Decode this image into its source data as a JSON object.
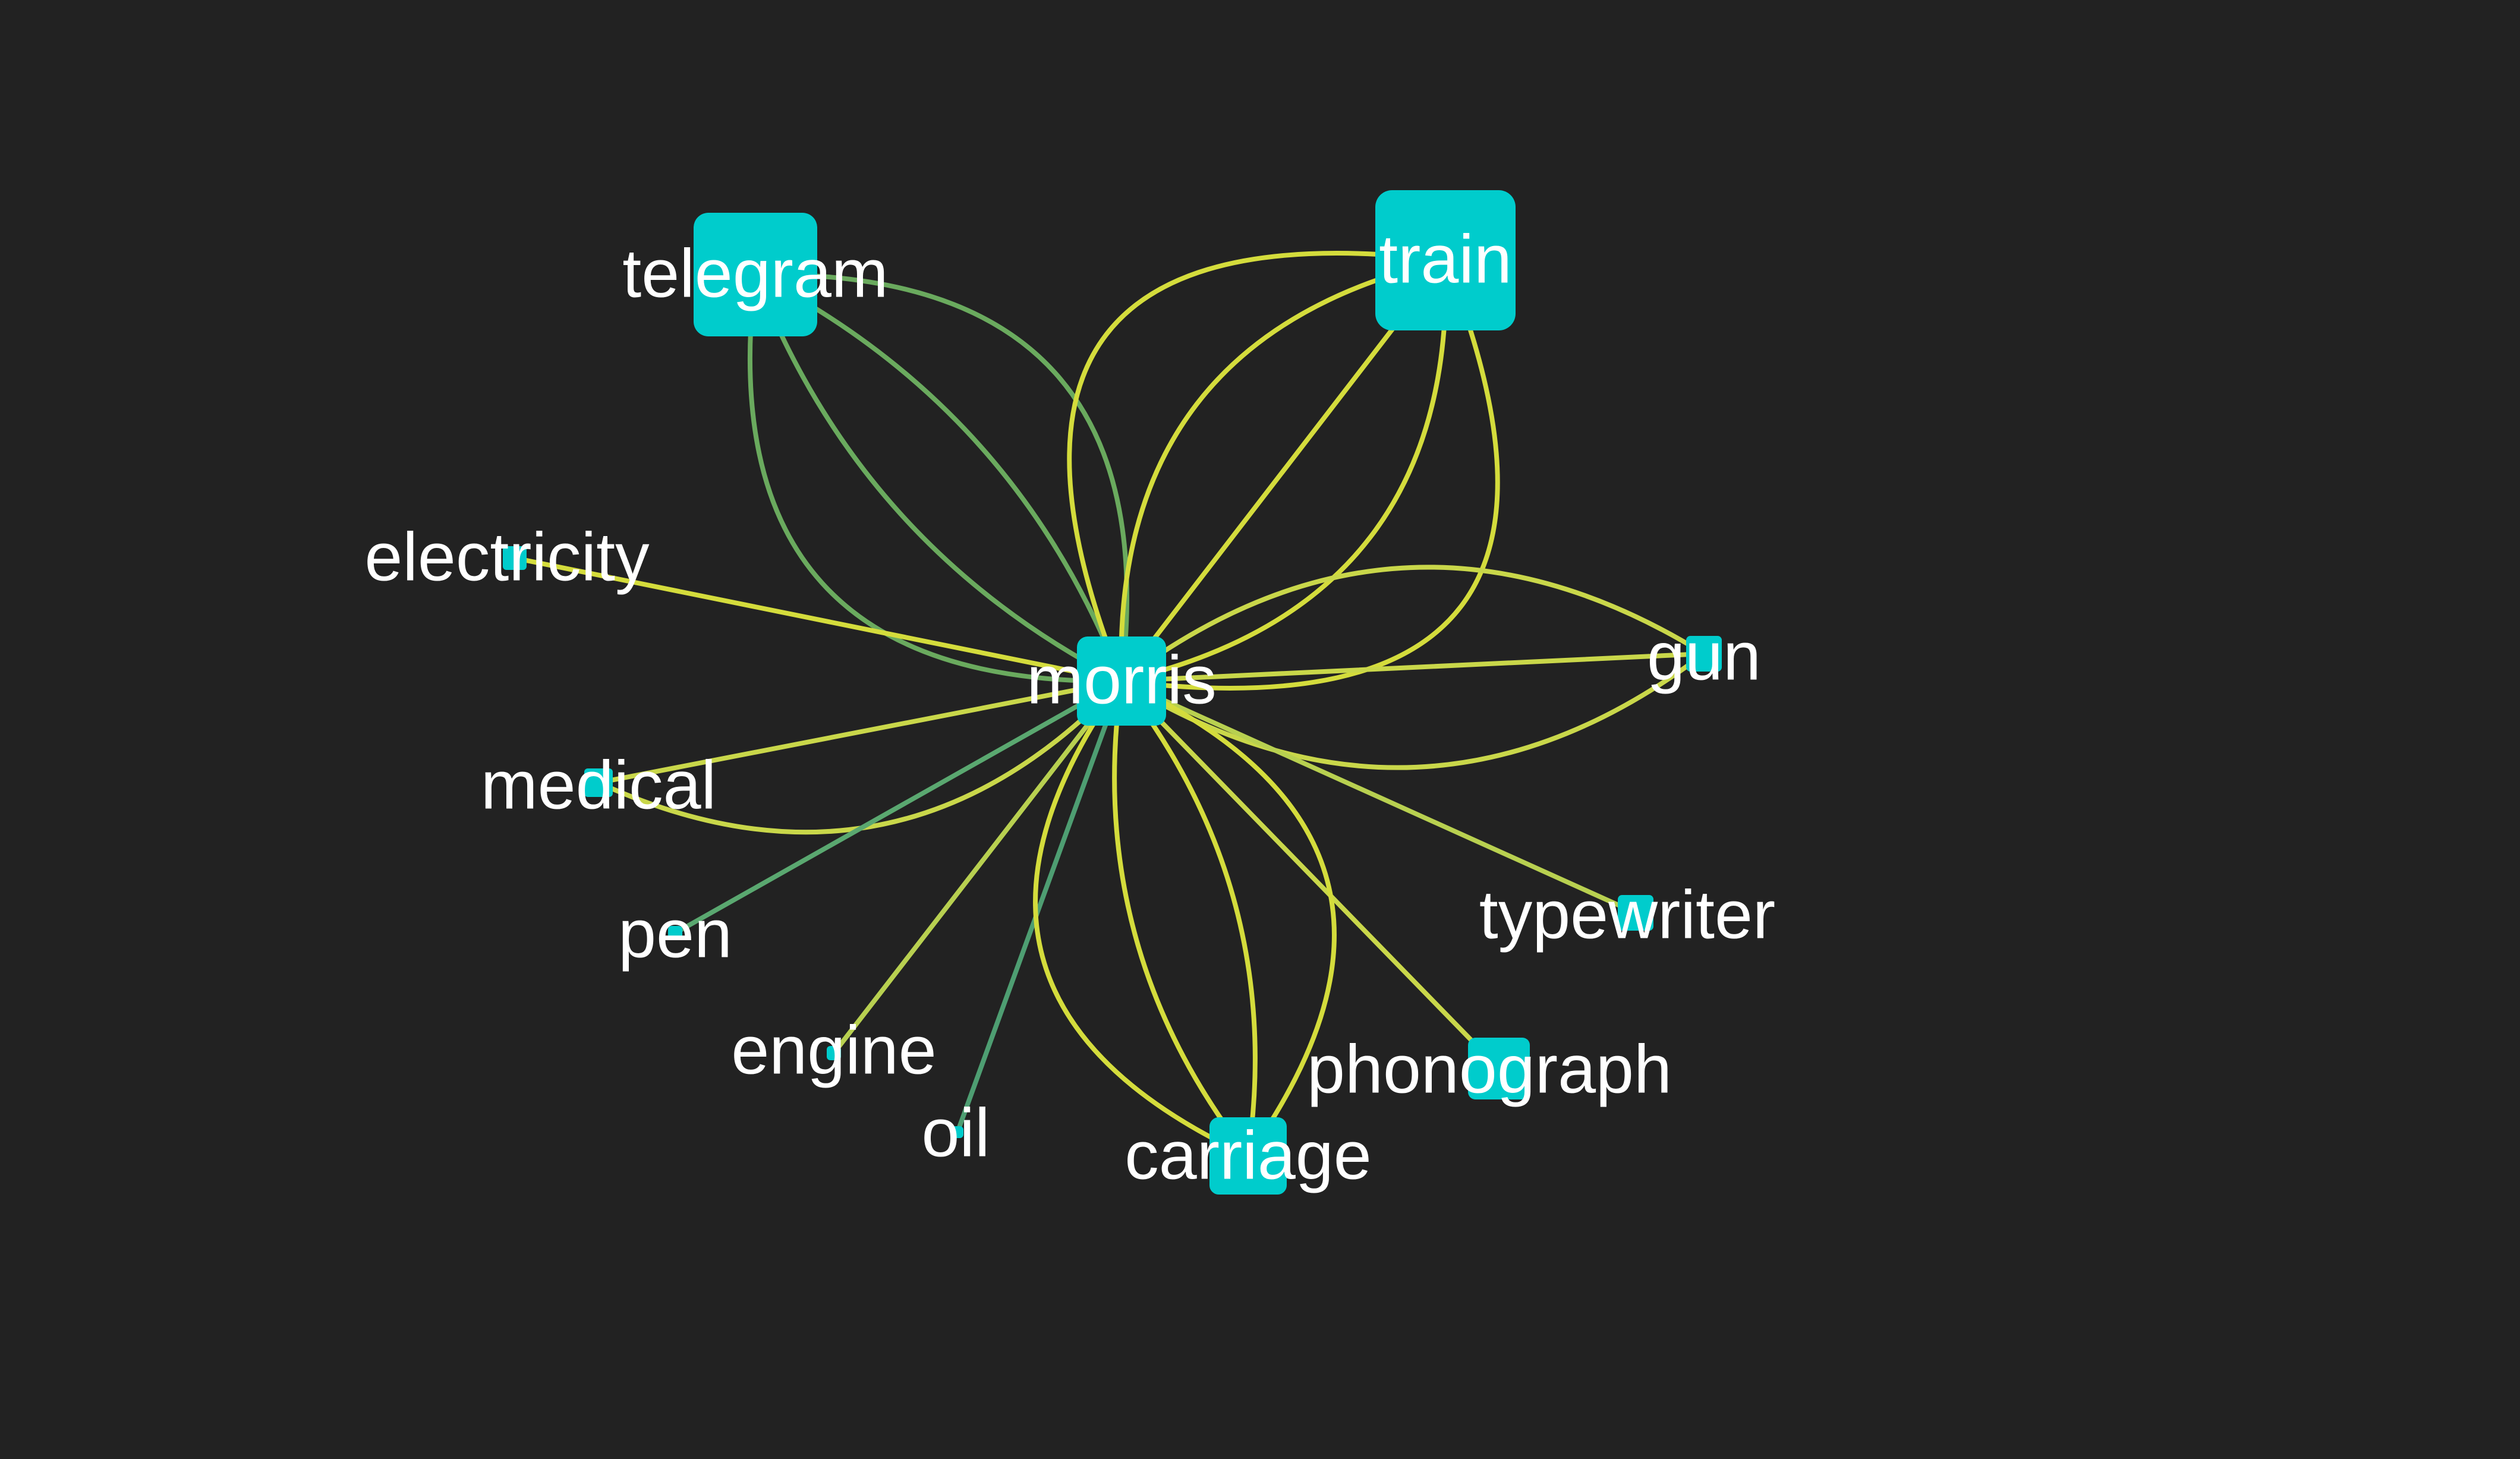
{
  "graph": {
    "center": "morris",
    "node_color": "#00cccc",
    "background": "#222222",
    "nodes": [
      {
        "id": "morris",
        "label": "morris"
      },
      {
        "id": "telegram",
        "label": "telegram"
      },
      {
        "id": "train",
        "label": "train"
      },
      {
        "id": "electricity",
        "label": "electricity"
      },
      {
        "id": "gun",
        "label": "gun"
      },
      {
        "id": "medical",
        "label": "medical"
      },
      {
        "id": "typewriter",
        "label": "typewriter"
      },
      {
        "id": "pen",
        "label": "pen"
      },
      {
        "id": "engine",
        "label": "engine"
      },
      {
        "id": "phonograph",
        "label": "phonograph"
      },
      {
        "id": "oil",
        "label": "oil"
      },
      {
        "id": "carriage",
        "label": "carriage"
      }
    ],
    "edges": [
      {
        "source": "morris",
        "target": "telegram",
        "count": 4,
        "color": "#6aaa5e"
      },
      {
        "source": "morris",
        "target": "train",
        "count": 5,
        "color": "#d4dc3c"
      },
      {
        "source": "morris",
        "target": "electricity",
        "count": 1,
        "color": "#d4dc3c"
      },
      {
        "source": "morris",
        "target": "gun",
        "count": 3,
        "color": "#c9d74a"
      },
      {
        "source": "morris",
        "target": "medical",
        "count": 2,
        "color": "#c9d74a"
      },
      {
        "source": "morris",
        "target": "typewriter",
        "count": 1,
        "color": "#b8d050"
      },
      {
        "source": "morris",
        "target": "pen",
        "count": 1,
        "color": "#5aa870"
      },
      {
        "source": "morris",
        "target": "engine",
        "count": 1,
        "color": "#b8d050"
      },
      {
        "source": "morris",
        "target": "phonograph",
        "count": 1,
        "color": "#c9d74a"
      },
      {
        "source": "morris",
        "target": "oil",
        "count": 1,
        "color": "#4e9e72"
      },
      {
        "source": "morris",
        "target": "carriage",
        "count": 4,
        "color": "#d4dc3c"
      }
    ]
  }
}
